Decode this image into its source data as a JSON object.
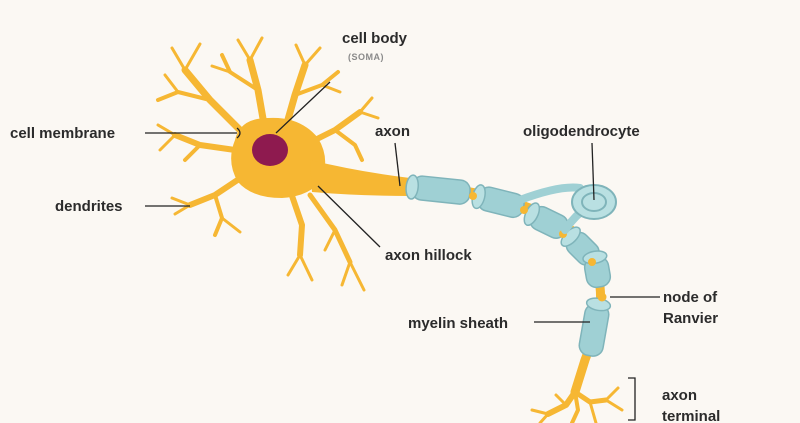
{
  "labels": {
    "cell_body": "cell body",
    "soma": "(SOMA)",
    "cell_membrane": "cell membrane",
    "dendrites": "dendrites",
    "axon": "axon",
    "axon_hillock": "axon hillock",
    "oligodendrocyte": "oligodendrocyte",
    "myelin_sheath": "myelin sheath",
    "node_of_ranvier_line1": "node of",
    "node_of_ranvier_line2": "Ranvier",
    "axon_terminal_line1": "axon",
    "axon_terminal_line2": "terminal"
  },
  "colors": {
    "neuron": "#f6b733",
    "nucleus": "#8e1a4f",
    "myelin": "#9fd0d4",
    "node": "#f6b733",
    "background": "#fbf8f3"
  }
}
